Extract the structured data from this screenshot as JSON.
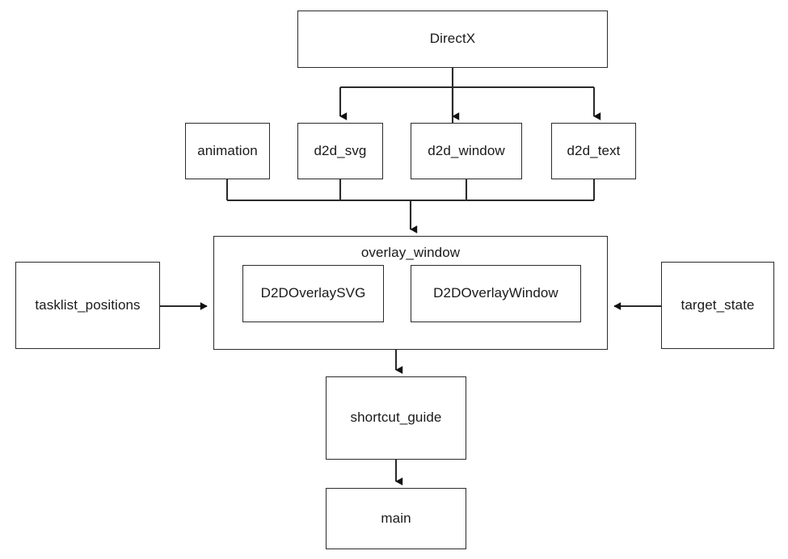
{
  "diagram": {
    "type": "flowchart",
    "title": "",
    "background_color": "#ffffff",
    "line_color": "#2b2b2b",
    "text_color": "#1a1a1a",
    "nodes": {
      "directx": {
        "label": "DirectX"
      },
      "animation": {
        "label": "animation"
      },
      "d2d_svg": {
        "label": "d2d_svg"
      },
      "d2d_window": {
        "label": "d2d_window"
      },
      "d2d_text": {
        "label": "d2d_text"
      },
      "overlay_window": {
        "label": "overlay_window"
      },
      "d2d_overlay_svg": {
        "label": "D2DOverlaySVG"
      },
      "d2d_overlay_window": {
        "label": "D2DOverlayWindow"
      },
      "tasklist_positions": {
        "label": "tasklist_positions"
      },
      "target_state": {
        "label": "target_state"
      },
      "shortcut_guide": {
        "label": "shortcut_guide"
      },
      "main": {
        "label": "main"
      }
    },
    "edges": [
      {
        "from": "directx",
        "to": "d2d_svg",
        "style": "orthogonal",
        "arrow": "end"
      },
      {
        "from": "directx",
        "to": "d2d_window",
        "style": "orthogonal",
        "arrow": "end"
      },
      {
        "from": "directx",
        "to": "d2d_text",
        "style": "orthogonal",
        "arrow": "end"
      },
      {
        "from": "animation",
        "to": "overlay_window",
        "style": "orthogonal",
        "arrow": "end"
      },
      {
        "from": "d2d_svg",
        "to": "overlay_window",
        "style": "orthogonal",
        "arrow": "end"
      },
      {
        "from": "d2d_window",
        "to": "overlay_window",
        "style": "orthogonal",
        "arrow": "end"
      },
      {
        "from": "d2d_text",
        "to": "overlay_window",
        "style": "orthogonal",
        "arrow": "end"
      },
      {
        "from": "tasklist_positions",
        "to": "overlay_window",
        "style": "straight",
        "arrow": "end"
      },
      {
        "from": "target_state",
        "to": "overlay_window",
        "style": "straight",
        "arrow": "end"
      },
      {
        "from": "overlay_window",
        "to": "shortcut_guide",
        "style": "straight",
        "arrow": "end"
      },
      {
        "from": "shortcut_guide",
        "to": "main",
        "style": "straight",
        "arrow": "end"
      }
    ]
  }
}
